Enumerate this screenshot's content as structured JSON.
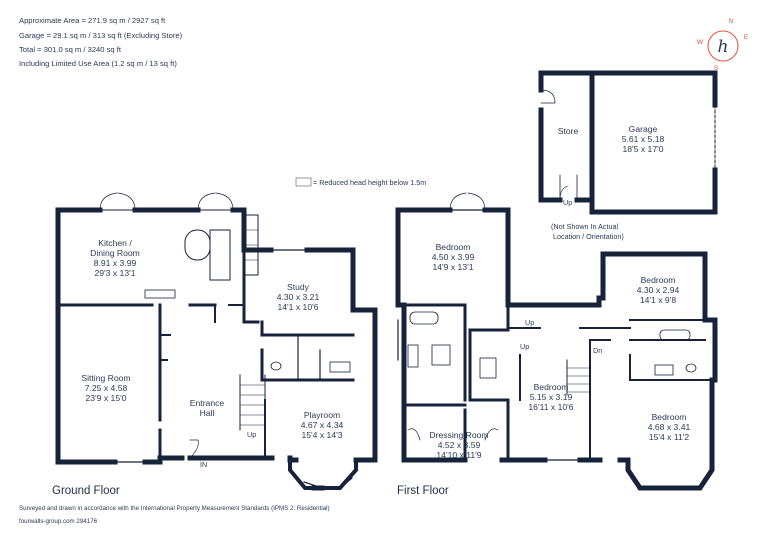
{
  "header": {
    "approx_area": "Approximate Area = 271.9 sq m / 2927 sq ft",
    "garage": "Garage = 29.1 sq m / 313 sq ft (Excluding Store)",
    "total": "Total = 301.0 sq m / 3240 sq ft",
    "limited_use": "Including Limited Use Area (1.2 sq m / 13 sq ft)"
  },
  "legend": {
    "reduced_head_height": "= Reduced head height below 1.5m"
  },
  "compass": {
    "n": "N",
    "e": "E",
    "s": "S",
    "w": "W",
    "logo_letter": "h",
    "accent": "#e0533f"
  },
  "floors": {
    "ground": "Ground Floor",
    "first": "First Floor"
  },
  "rooms": {
    "kitchen": {
      "name1": "Kitchen /",
      "name2": "Dining Room",
      "m": "8.91 x 3.99",
      "ft": "29'3 x 13'1"
    },
    "study": {
      "name": "Study",
      "m": "4.30 x 3.21",
      "ft": "14'1 x 10'6"
    },
    "sitting": {
      "name": "Sitting Room",
      "m": "7.25 x 4.58",
      "ft": "23'9 x 15'0"
    },
    "entrance": {
      "name1": "Entrance",
      "name2": "Hall"
    },
    "playroom": {
      "name": "Playroom",
      "m": "4.67 x 4.34",
      "ft": "15'4 x 14'3"
    },
    "bed1": {
      "name": "Bedroom",
      "m": "4.50 x 3.99",
      "ft": "14'9 x 13'1"
    },
    "bed2": {
      "name": "Bedroom",
      "m": "4.30 x 2.94",
      "ft": "14'1 x 9'8"
    },
    "bed3": {
      "name": "Bedroom",
      "m": "5.15 x 3.19",
      "ft": "16'11 x 10'6"
    },
    "bed4": {
      "name": "Bedroom",
      "m": "4.68 x 3.41",
      "ft": "15'4 x 11'2"
    },
    "dressing": {
      "name": "Dressing Room",
      "m": "4.52 x 3.59",
      "ft": "14'10 x 11'9"
    },
    "garage": {
      "name": "Garage",
      "m": "5.61 x 5.18",
      "ft": "18'5 x 17'0"
    },
    "store": {
      "name": "Store"
    }
  },
  "labels": {
    "up": "Up",
    "dn": "Dn",
    "in": "IN",
    "not_shown1": "(Not Shown In Actual",
    "not_shown2": "Location / Orientation)"
  },
  "footer": {
    "survey": "Surveyed and drawn in accordance with the International Property Measurement Standards (IPMS 2: Residential)",
    "ref": "fourwalls-group.com 294176"
  },
  "colors": {
    "wall": "#17223b",
    "text": "#2a3a55"
  }
}
